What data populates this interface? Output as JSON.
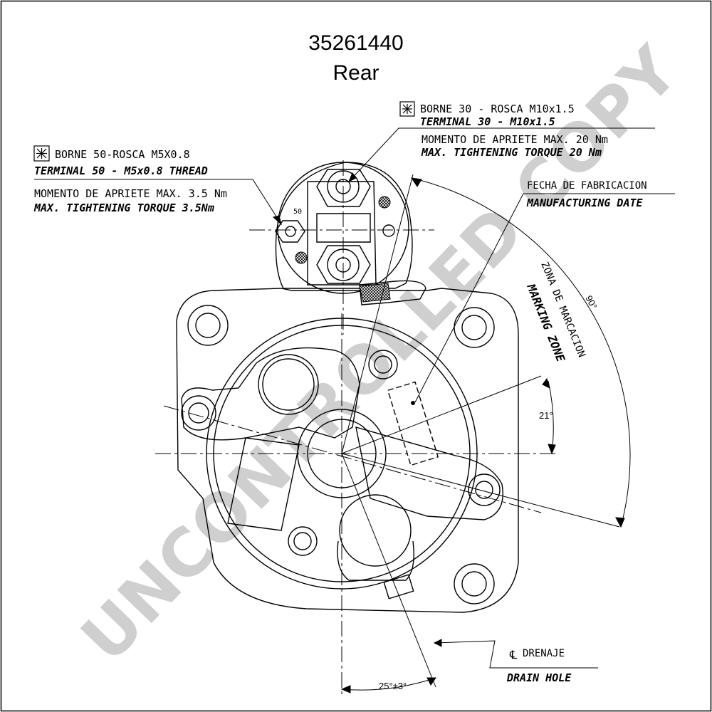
{
  "title": {
    "part_number": "35261440",
    "view": "Rear"
  },
  "terminal_30": {
    "line1": "BORNE 30 - ROSCA M10x1.5",
    "line2": "TERMINAL 30 - M10x1.5",
    "torque_es": "MOMENTO DE APRIETE MAX. 20 Nm",
    "torque_en": "MAX. TIGHTENING TORQUE 20 Nm",
    "icon": "asterisk-box-icon"
  },
  "terminal_50": {
    "line1": "BORNE 50-ROSCA M5X0.8",
    "line2": "TERMINAL 50 - M5x0.8 THREAD",
    "torque_es": "MOMENTO DE APRIETE MAX. 3.5 Nm",
    "torque_en": "MAX. TIGHTENING TORQUE 3.5Nm",
    "icon": "asterisk-box-icon",
    "small_label": "50"
  },
  "manufacturing_date": {
    "es": "FECHA DE FABRICACION",
    "en": "MANUFACTURING DATE"
  },
  "marking_zone": {
    "es": "ZONA DE MARCACION",
    "en": "MARKING ZONE"
  },
  "angles": {
    "outer": "90°",
    "inner": "21°",
    "drain": "25°±3°"
  },
  "drain": {
    "symbol": "℄",
    "es": "DRENAJE",
    "en": "DRAIN HOLE"
  },
  "watermark": "UNCONTROLLED COPY",
  "colors": {
    "line": "#000000",
    "watermark": "#cfcfcf"
  }
}
